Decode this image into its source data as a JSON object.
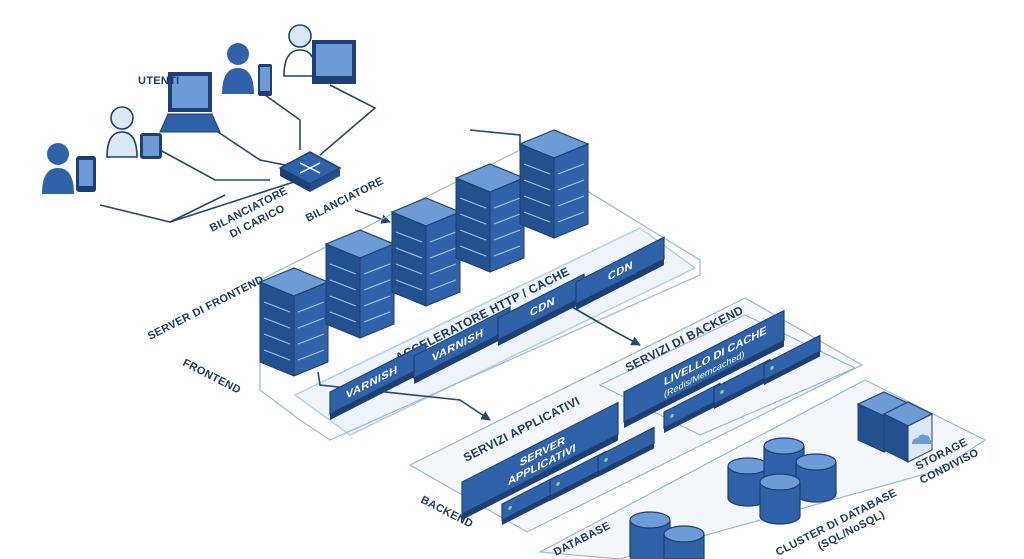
{
  "labels": {
    "users": "UTENTI",
    "load_balancer_1": "BILANCIATORE",
    "load_balancer_2": "DI CARICO",
    "balancer": "BILANCIATORE",
    "frontend_servers": "SERVER DI FRONTEND",
    "frontend": "FRONTEND",
    "http_accel": "ACCELERATORE HTTP / CACHE",
    "varnish": "VARNISH",
    "cdn": "CDN",
    "backend_services": "SERVIZI DI BACKEND",
    "cache_layer": "LIVELLO DI CACHE",
    "cache_tech": "(Redis/Memcached)",
    "app_services": "SERVIZI APPLICATIVI",
    "app_servers_1": "SERVER",
    "app_servers_2": "APPLICATIVI",
    "backend": "BACKEND",
    "database": "DATABASE",
    "db_cluster_1": "CLUSTER DI DATABASE",
    "db_cluster_2": "(SQL/NoSQL)",
    "storage_1": "STORAGE",
    "storage_2": "CONDIVISO"
  },
  "colors": {
    "primary": "#2f62a8",
    "dark": "#1e3f73",
    "light": "#dbe8f5",
    "panel": "#edf4fb",
    "text": "#1c3a63",
    "line": "#26456f"
  }
}
